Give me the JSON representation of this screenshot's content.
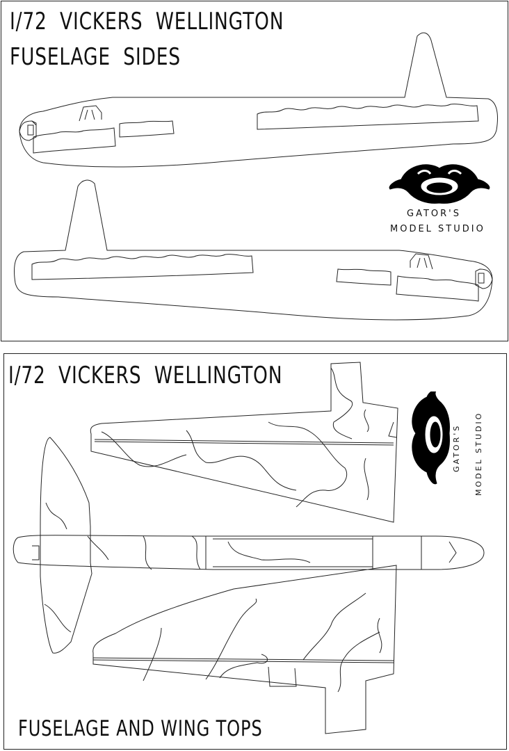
{
  "sheet_top": {
    "title_line1": "I/72  VICKERS  WELLINGTON",
    "title_line2": "FUSELAGE  SIDES"
  },
  "sheet_bottom": {
    "title": "I/72  VICKERS  WELLINGTON",
    "caption": "FUSELAGE AND WING TOPS"
  },
  "logo": {
    "line1": "GATOR'S",
    "line2": "MODEL STUDIO"
  }
}
